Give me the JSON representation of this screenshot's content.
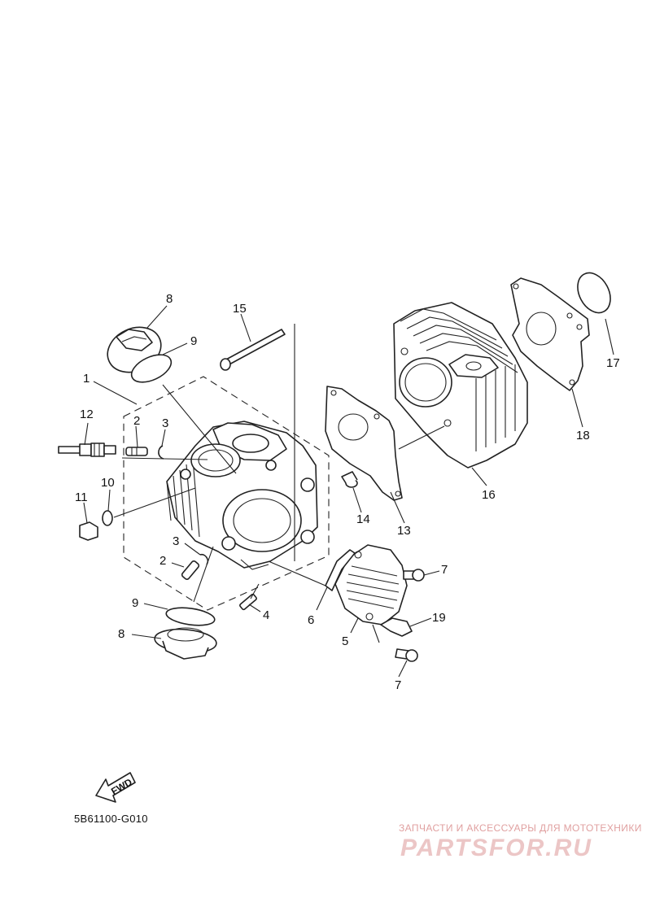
{
  "callouts": {
    "c1": "1",
    "c2a": "2",
    "c2b": "2",
    "c3a": "3",
    "c3b": "3",
    "c4": "4",
    "c5": "5",
    "c6": "6",
    "c7a": "7",
    "c7b": "7",
    "c8a": "8",
    "c8b": "8",
    "c9a": "9",
    "c9b": "9",
    "c10": "10",
    "c11": "11",
    "c12": "12",
    "c13": "13",
    "c14": "14",
    "c15": "15",
    "c16": "16",
    "c17": "17",
    "c18": "18",
    "c19": "19"
  },
  "diagram_code": "5B61100-G010",
  "fwd_label": "FWD",
  "watermark": {
    "tagline": "ЗАПЧАСТИ И АКСЕССУАРЫ ДЛЯ МОТОТЕХНИКИ",
    "brand": "PARTSFOR.RU",
    "color": "#e8b4b4"
  }
}
